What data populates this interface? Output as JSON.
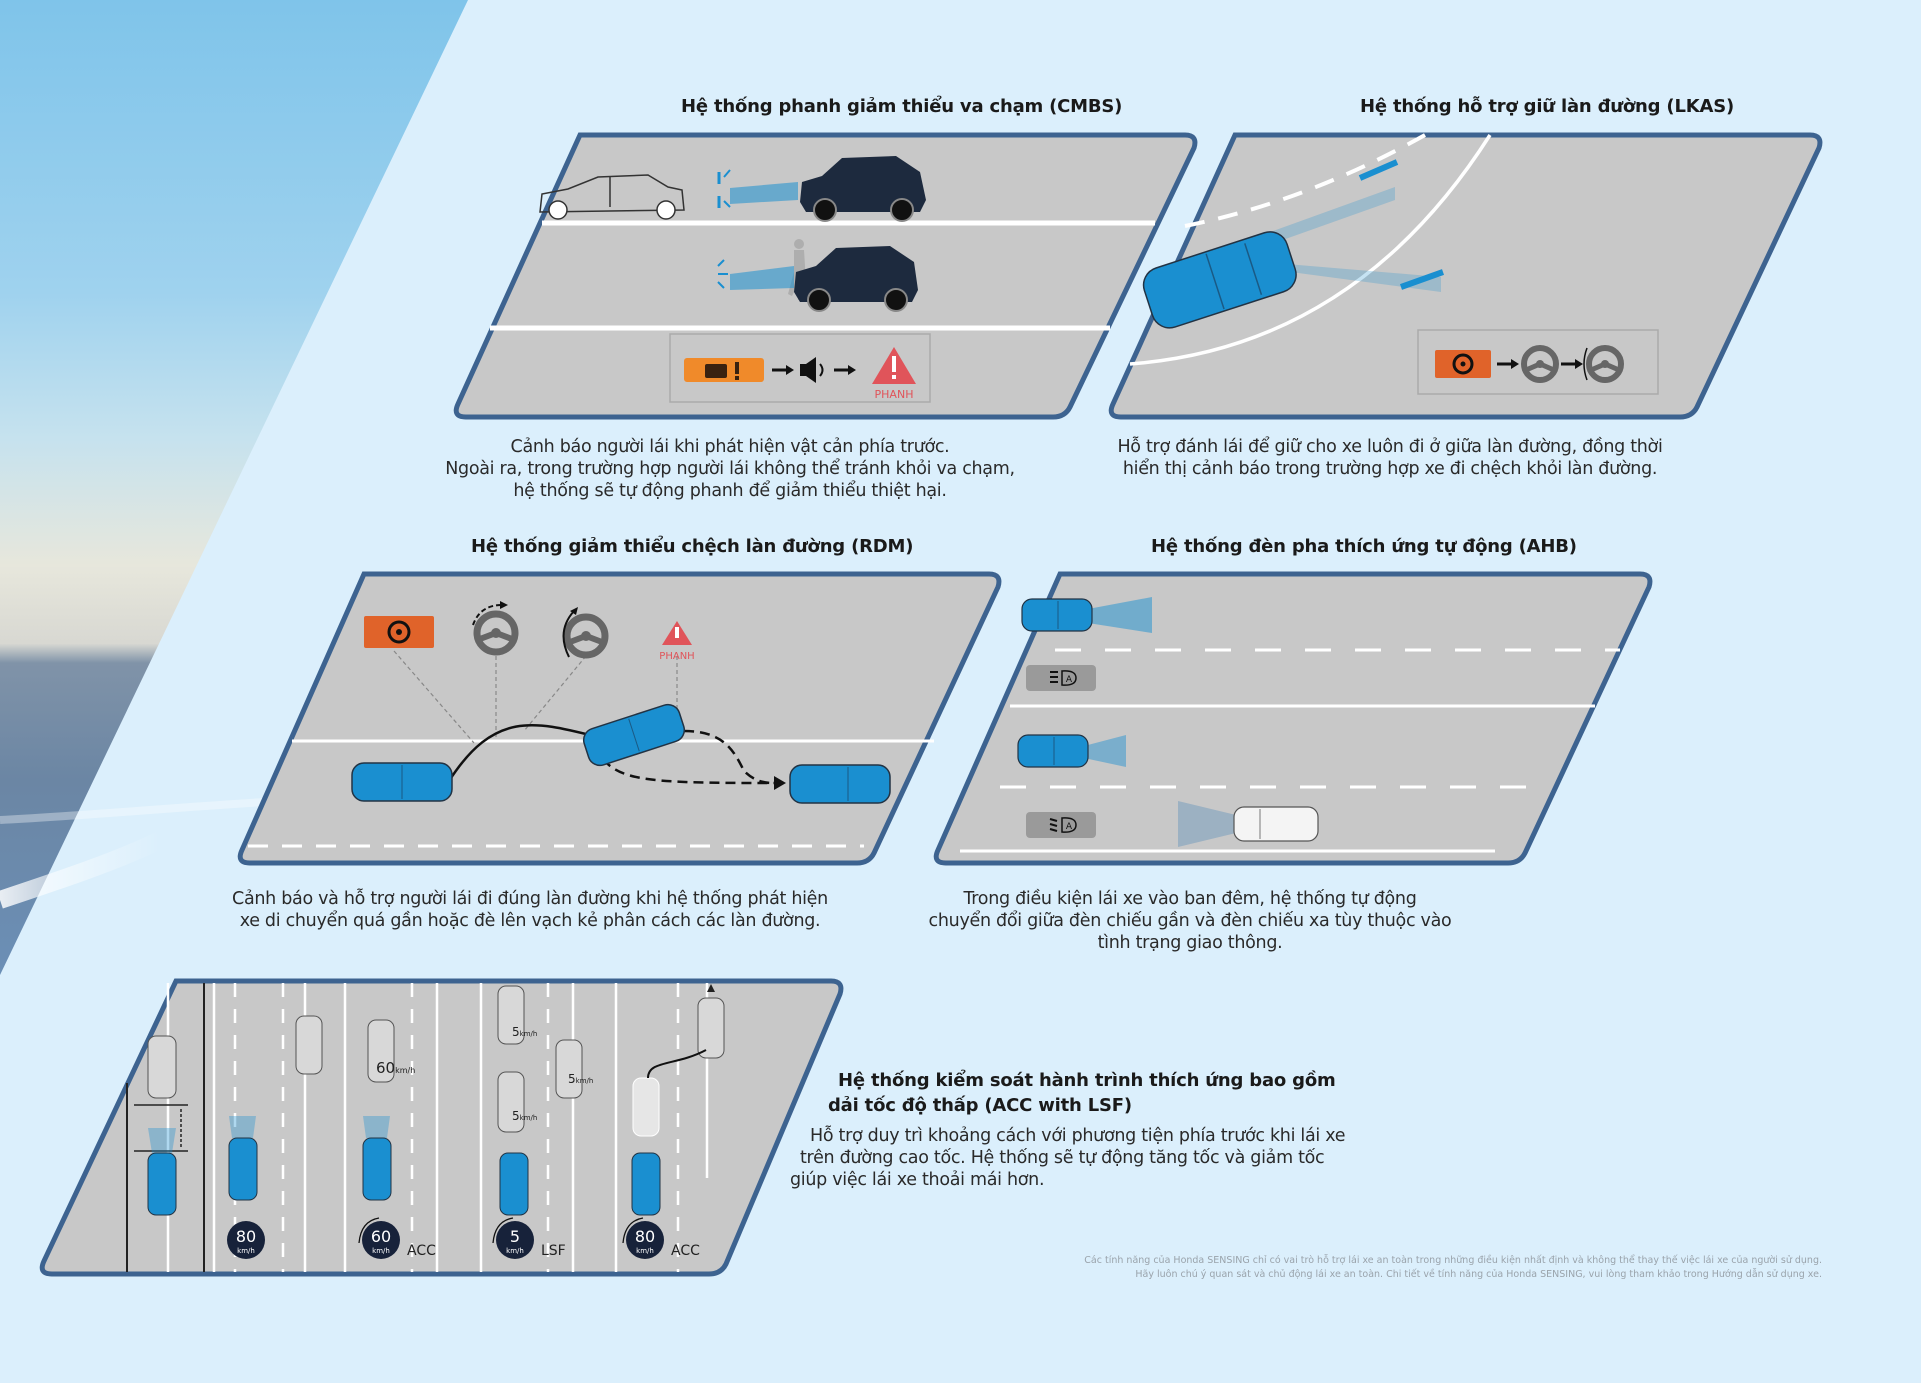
{
  "page": {
    "background_color": "#dbeffc",
    "panel_road_color": "#c8c8c8",
    "panel_border_color": "#3d6390",
    "car_blue": "#1a8fd0",
    "warning_orange": "#e0632a",
    "brake_red": "#e0545a"
  },
  "cmbs": {
    "title": "Hệ thống phanh giảm thiểu va chạm (CMBS)",
    "desc": [
      "Cảnh báo người lái khi phát hiện vật cản phía trước.",
      "Ngoài ra, trong trường hợp người lái không thể tránh khỏi va chạm,",
      "hệ thống sẽ tự động phanh để giảm thiểu thiệt hại."
    ],
    "brake_label": "PHANH",
    "icons": [
      "car-warning-icon",
      "speaker-icon",
      "brake-warning-icon"
    ]
  },
  "lkas": {
    "title": "Hệ thống hỗ trợ giữ làn đường (LKAS)",
    "desc": [
      "Hỗ trợ đánh lái để giữ cho xe luôn đi ở giữa làn đường, đồng thời",
      "hiển thị cảnh báo trong trường hợp xe đi chệch khỏi làn đường."
    ],
    "icons": [
      "steering-warning-icon",
      "steering-assist-icon",
      "steering-return-icon"
    ]
  },
  "rdm": {
    "title": "Hệ thống giảm thiểu chệch làn đường (RDM)",
    "desc": [
      "Cảnh báo và hỗ trợ người lái đi đúng làn đường khi hệ thống phát hiện",
      "xe di chuyển quá gần hoặc đè lên vạch kẻ phân cách các làn đường."
    ],
    "brake_label": "PHANH"
  },
  "ahb": {
    "title": "Hệ thống đèn pha thích ứng tự động (AHB)",
    "desc": [
      "Trong điều kiện lái xe vào ban đêm, hệ thống tự động",
      "chuyển đổi giữa đèn chiếu gần và đèn chiếu xa tùy thuộc vào",
      "tình trạng giao thông."
    ],
    "icon_label": "A"
  },
  "acc": {
    "title": [
      "Hệ thống kiểm soát hành trình thích ứng bao gồm",
      "dải tốc độ thấp (ACC with LSF)"
    ],
    "desc": [
      "Hỗ trợ duy trì khoảng cách với phương tiện phía trước khi lái xe",
      "trên đường cao tốc. Hệ thống sẽ tự động tăng tốc và giảm tốc",
      "giúp việc lái xe thoải mái hơn."
    ],
    "speed_unit": "km/h",
    "gauges": [
      {
        "speed": "80",
        "mode": ""
      },
      {
        "speed": "60",
        "mode": "ACC"
      },
      {
        "speed": "5",
        "mode": "LSF"
      },
      {
        "speed": "80",
        "mode": "ACC"
      }
    ],
    "car_speed_labels": [
      {
        "value": "60",
        "unit": "km/h"
      },
      {
        "value": "5",
        "unit": "km/h"
      },
      {
        "value": "5",
        "unit": "km/h"
      },
      {
        "value": "5",
        "unit": "km/h"
      }
    ]
  },
  "footnote": [
    "Các tính năng của Honda SENSING chỉ có vai trò hỗ trợ lái xe an toàn trong những điều kiện nhất định và không thể thay thế việc lái xe của người sử dụng.",
    "Hãy luôn chú ý quan sát và chủ động lái xe an toàn. Chi tiết về tính năng của Honda SENSING, vui lòng tham khảo trong Hướng dẫn sử dụng xe."
  ]
}
